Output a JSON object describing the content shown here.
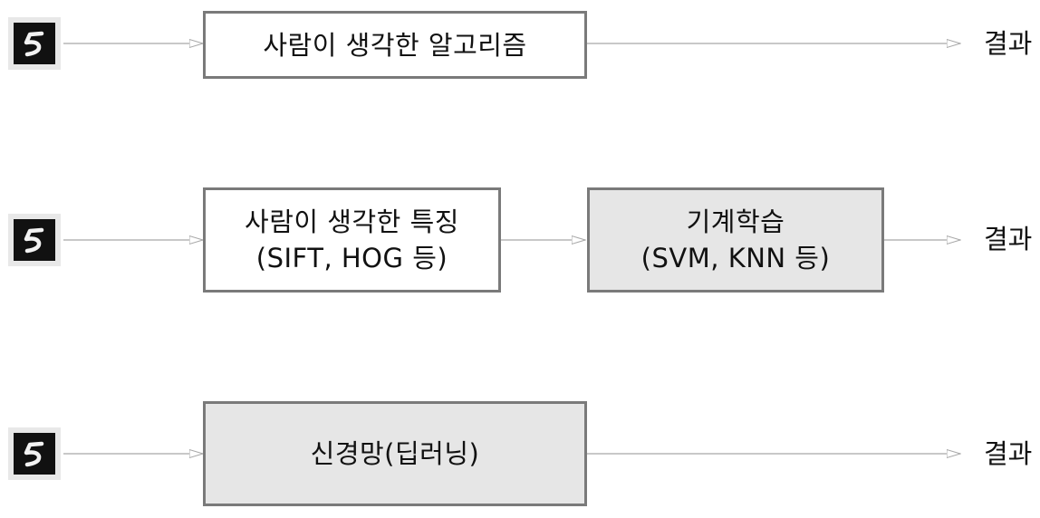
{
  "pipelines": [
    {
      "input_icon": "handwritten-digit-5-icon",
      "stages": [
        {
          "lines": [
            "사람이 생각한 알고리즘"
          ],
          "shaded": false
        }
      ],
      "result": "결과"
    },
    {
      "input_icon": "handwritten-digit-5-icon",
      "stages": [
        {
          "lines": [
            "사람이 생각한 특징",
            "(SIFT, HOG 등)"
          ],
          "shaded": false
        },
        {
          "lines": [
            "기계학습",
            "(SVM, KNN 등)"
          ],
          "shaded": true
        }
      ],
      "result": "결과"
    },
    {
      "input_icon": "handwritten-digit-5-icon",
      "stages": [
        {
          "lines": [
            "신경망(딥러닝)"
          ],
          "shaded": true
        }
      ],
      "result": "결과"
    }
  ],
  "colors": {
    "box_border": "#7a7a7a",
    "box_shaded_fill": "#e6e6e6",
    "arrow": "#a8a8a8",
    "digit_background": "#111111",
    "digit_stroke": "#f2f2f2"
  }
}
